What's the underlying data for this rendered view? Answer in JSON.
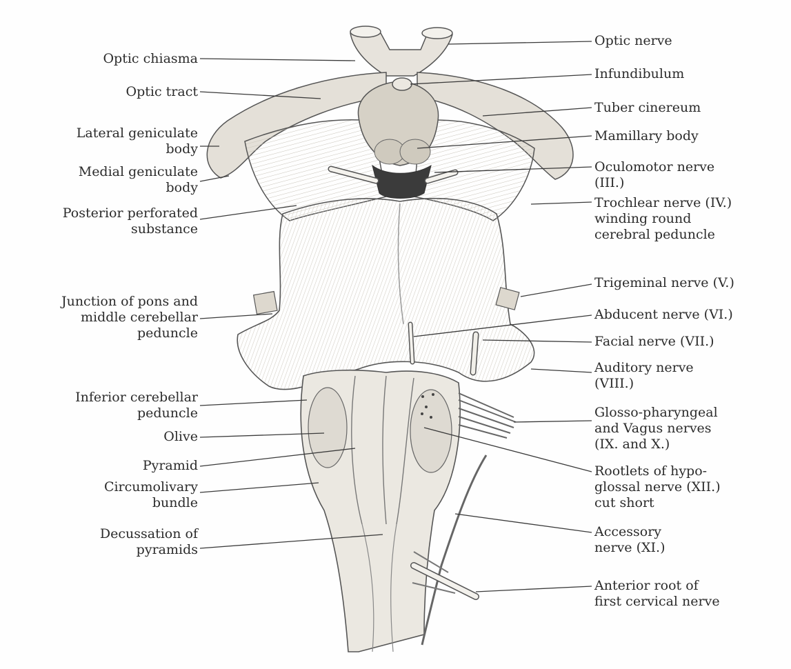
{
  "colors": {
    "ink": "#2b2b2b",
    "tissue": "#e9e6df",
    "shade": "#b9b4aa",
    "line": "#3a3a3a"
  },
  "labels": {
    "optic_chiasma": "Optic chiasma",
    "optic_tract": "Optic tract",
    "lateral_geniculate_1": "Lateral geniculate",
    "lateral_geniculate_2": "body",
    "medial_geniculate_1": "Medial geniculate",
    "medial_geniculate_2": "body",
    "posterior_perforated_1": "Posterior perforated",
    "posterior_perforated_2": "substance",
    "junction_pons_1": "Junction of pons and",
    "junction_pons_2": "middle cerebellar",
    "junction_pons_3": "peduncle",
    "inferior_cerebellar_1": "Inferior cerebellar",
    "inferior_cerebellar_2": "peduncle",
    "olive": "Olive",
    "pyramid": "Pyramid",
    "circumolivary_1": "Circumolivary",
    "circumolivary_2": "bundle",
    "decussation_1": "Decussation of",
    "decussation_2": "pyramids",
    "optic_nerve": "Optic nerve",
    "infundibulum": "Infundibulum",
    "tuber_cinereum": "Tuber cinereum",
    "mamillary_body": "Mamillary body",
    "oculomotor_1": "Oculomotor nerve",
    "oculomotor_2": "(III.)",
    "trochlear_1": "Trochlear nerve (IV.)",
    "trochlear_2": "winding round",
    "trochlear_3": "cerebral peduncle",
    "trigeminal": "Trigeminal nerve (V.)",
    "abducent": "Abducent nerve (VI.)",
    "facial": "Facial nerve (VII.)",
    "auditory_1": "Auditory nerve",
    "auditory_2": "(VIII.)",
    "glosso_1": "Glosso-pharyngeal",
    "glosso_2": "and Vagus nerves",
    "glosso_3": "(IX. and X.)",
    "hypoglossal_1": "Rootlets of hypo-",
    "hypoglossal_2": "glossal nerve (XII.)",
    "hypoglossal_3": "cut short",
    "accessory_1": "Accessory",
    "accessory_2": "nerve (XI.)",
    "cervical_1": "Anterior root of",
    "cervical_2": "first cervical nerve"
  }
}
